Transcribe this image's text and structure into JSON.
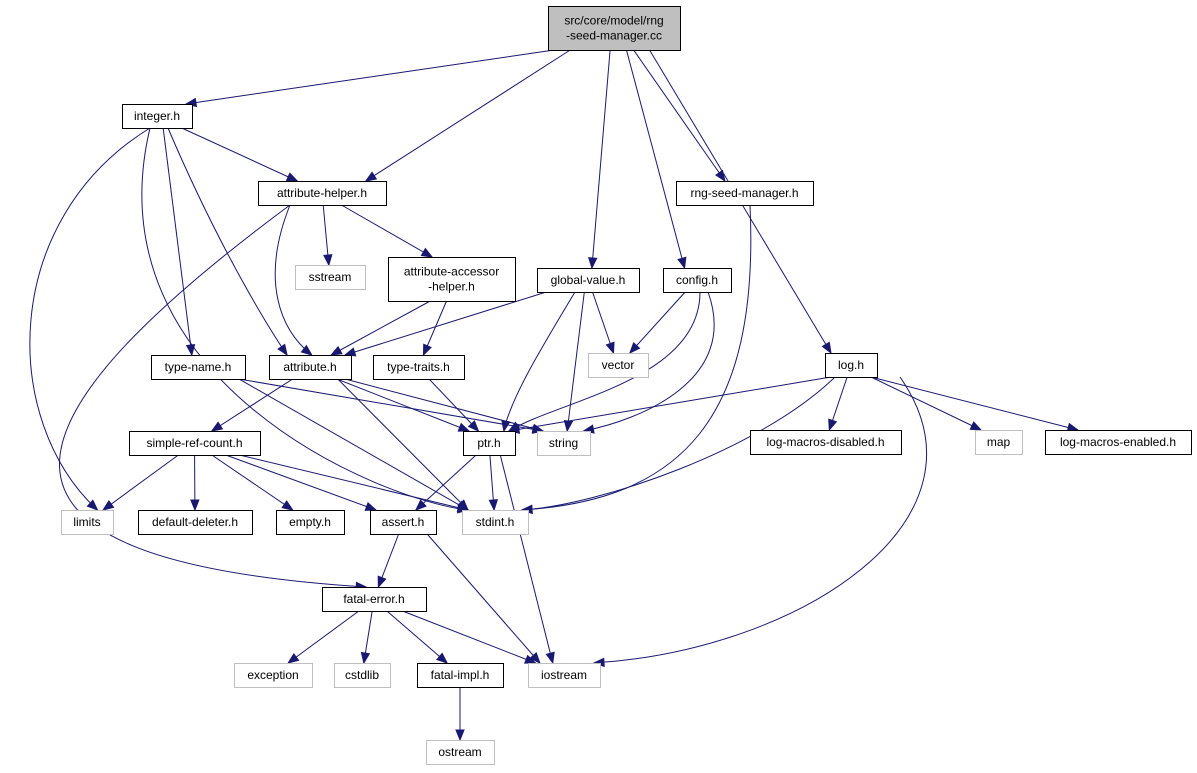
{
  "colors": {
    "edge": "#191970",
    "main_fill": "#bfbfbf",
    "main_border": "#000000",
    "doc_border": "#000000",
    "ext_border": "#bfbfbf",
    "node_fill": "#ffffff",
    "ext_text": "#000000"
  },
  "nodes": [
    {
      "id": "main",
      "kind": "main",
      "lines": [
        "src/core/model/rng",
        "-seed-manager.cc"
      ]
    },
    {
      "id": "integer",
      "kind": "doc",
      "lines": [
        "integer.h"
      ]
    },
    {
      "id": "attribute_helper",
      "kind": "doc",
      "lines": [
        "attribute-helper.h"
      ]
    },
    {
      "id": "rng_seed_manager_h",
      "kind": "doc",
      "lines": [
        "rng-seed-manager.h"
      ]
    },
    {
      "id": "sstream",
      "kind": "ext",
      "lines": [
        "sstream"
      ]
    },
    {
      "id": "attribute_accessor_helper",
      "kind": "doc",
      "lines": [
        "attribute-accessor",
        "-helper.h"
      ]
    },
    {
      "id": "global_value",
      "kind": "doc",
      "lines": [
        "global-value.h"
      ]
    },
    {
      "id": "config",
      "kind": "doc",
      "lines": [
        "config.h"
      ]
    },
    {
      "id": "type_name",
      "kind": "doc",
      "lines": [
        "type-name.h"
      ]
    },
    {
      "id": "attribute",
      "kind": "doc",
      "lines": [
        "attribute.h"
      ]
    },
    {
      "id": "type_traits",
      "kind": "doc",
      "lines": [
        "type-traits.h"
      ]
    },
    {
      "id": "vector",
      "kind": "ext",
      "lines": [
        "vector"
      ]
    },
    {
      "id": "log",
      "kind": "doc",
      "lines": [
        "log.h"
      ]
    },
    {
      "id": "simple_ref_count",
      "kind": "doc",
      "lines": [
        "simple-ref-count.h"
      ]
    },
    {
      "id": "ptr",
      "kind": "doc",
      "lines": [
        "ptr.h"
      ]
    },
    {
      "id": "string",
      "kind": "ext",
      "lines": [
        "string"
      ]
    },
    {
      "id": "log_macros_disabled",
      "kind": "doc",
      "lines": [
        "log-macros-disabled.h"
      ]
    },
    {
      "id": "map",
      "kind": "ext",
      "lines": [
        "map"
      ]
    },
    {
      "id": "log_macros_enabled",
      "kind": "doc",
      "lines": [
        "log-macros-enabled.h"
      ]
    },
    {
      "id": "limits",
      "kind": "ext",
      "lines": [
        "limits"
      ]
    },
    {
      "id": "default_deleter",
      "kind": "doc",
      "lines": [
        "default-deleter.h"
      ]
    },
    {
      "id": "empty",
      "kind": "doc",
      "lines": [
        "empty.h"
      ]
    },
    {
      "id": "assert",
      "kind": "doc",
      "lines": [
        "assert.h"
      ]
    },
    {
      "id": "stdint",
      "kind": "ext",
      "lines": [
        "stdint.h"
      ]
    },
    {
      "id": "fatal_error",
      "kind": "doc",
      "lines": [
        "fatal-error.h"
      ]
    },
    {
      "id": "exception",
      "kind": "ext",
      "lines": [
        "exception"
      ]
    },
    {
      "id": "cstdlib",
      "kind": "ext",
      "lines": [
        "cstdlib"
      ]
    },
    {
      "id": "fatal_impl",
      "kind": "doc",
      "lines": [
        "fatal-impl.h"
      ]
    },
    {
      "id": "iostream",
      "kind": "ext",
      "lines": [
        "iostream"
      ]
    },
    {
      "id": "ostream",
      "kind": "ext",
      "lines": [
        "ostream"
      ]
    }
  ],
  "edges": [
    {
      "from": "main",
      "to": "integer"
    },
    {
      "from": "main",
      "to": "attribute_helper"
    },
    {
      "from": "main",
      "to": "global_value"
    },
    {
      "from": "main",
      "to": "config"
    },
    {
      "from": "main",
      "to": "rng_seed_manager_h"
    },
    {
      "from": "main",
      "to": "log"
    },
    {
      "from": "integer",
      "to": "attribute_helper"
    },
    {
      "from": "integer",
      "to": "limits"
    },
    {
      "from": "integer",
      "to": "type_name"
    },
    {
      "from": "integer",
      "to": "attribute"
    },
    {
      "from": "integer",
      "to": "stdint"
    },
    {
      "from": "attribute_helper",
      "to": "sstream"
    },
    {
      "from": "attribute_helper",
      "to": "attribute_accessor_helper"
    },
    {
      "from": "attribute_helper",
      "to": "attribute"
    },
    {
      "from": "attribute_helper",
      "to": "fatal_error"
    },
    {
      "from": "attribute_accessor_helper",
      "to": "attribute"
    },
    {
      "from": "attribute_accessor_helper",
      "to": "type_traits"
    },
    {
      "from": "global_value",
      "to": "attribute"
    },
    {
      "from": "global_value",
      "to": "vector"
    },
    {
      "from": "global_value",
      "to": "string"
    },
    {
      "from": "global_value",
      "to": "ptr"
    },
    {
      "from": "config",
      "to": "vector"
    },
    {
      "from": "config",
      "to": "ptr"
    },
    {
      "from": "config",
      "to": "string"
    },
    {
      "from": "rng_seed_manager_h",
      "to": "stdint"
    },
    {
      "from": "type_name",
      "to": "string"
    },
    {
      "from": "type_name",
      "to": "stdint"
    },
    {
      "from": "attribute",
      "to": "simple_ref_count"
    },
    {
      "from": "attribute",
      "to": "ptr"
    },
    {
      "from": "attribute",
      "to": "string"
    },
    {
      "from": "attribute",
      "to": "stdint"
    },
    {
      "from": "type_traits",
      "to": "ptr"
    },
    {
      "from": "log",
      "to": "ptr"
    },
    {
      "from": "log",
      "to": "log_macros_disabled"
    },
    {
      "from": "log",
      "to": "map"
    },
    {
      "from": "log",
      "to": "log_macros_enabled"
    },
    {
      "from": "log",
      "to": "stdint"
    },
    {
      "from": "log",
      "to": "iostream"
    },
    {
      "from": "simple_ref_count",
      "to": "limits"
    },
    {
      "from": "simple_ref_count",
      "to": "default_deleter"
    },
    {
      "from": "simple_ref_count",
      "to": "empty"
    },
    {
      "from": "simple_ref_count",
      "to": "assert"
    },
    {
      "from": "simple_ref_count",
      "to": "stdint"
    },
    {
      "from": "ptr",
      "to": "stdint"
    },
    {
      "from": "ptr",
      "to": "assert"
    },
    {
      "from": "ptr",
      "to": "iostream"
    },
    {
      "from": "assert",
      "to": "fatal_error"
    },
    {
      "from": "assert",
      "to": "iostream"
    },
    {
      "from": "fatal_error",
      "to": "exception"
    },
    {
      "from": "fatal_error",
      "to": "cstdlib"
    },
    {
      "from": "fatal_error",
      "to": "fatal_impl"
    },
    {
      "from": "fatal_error",
      "to": "iostream"
    },
    {
      "from": "fatal_impl",
      "to": "ostream"
    }
  ]
}
